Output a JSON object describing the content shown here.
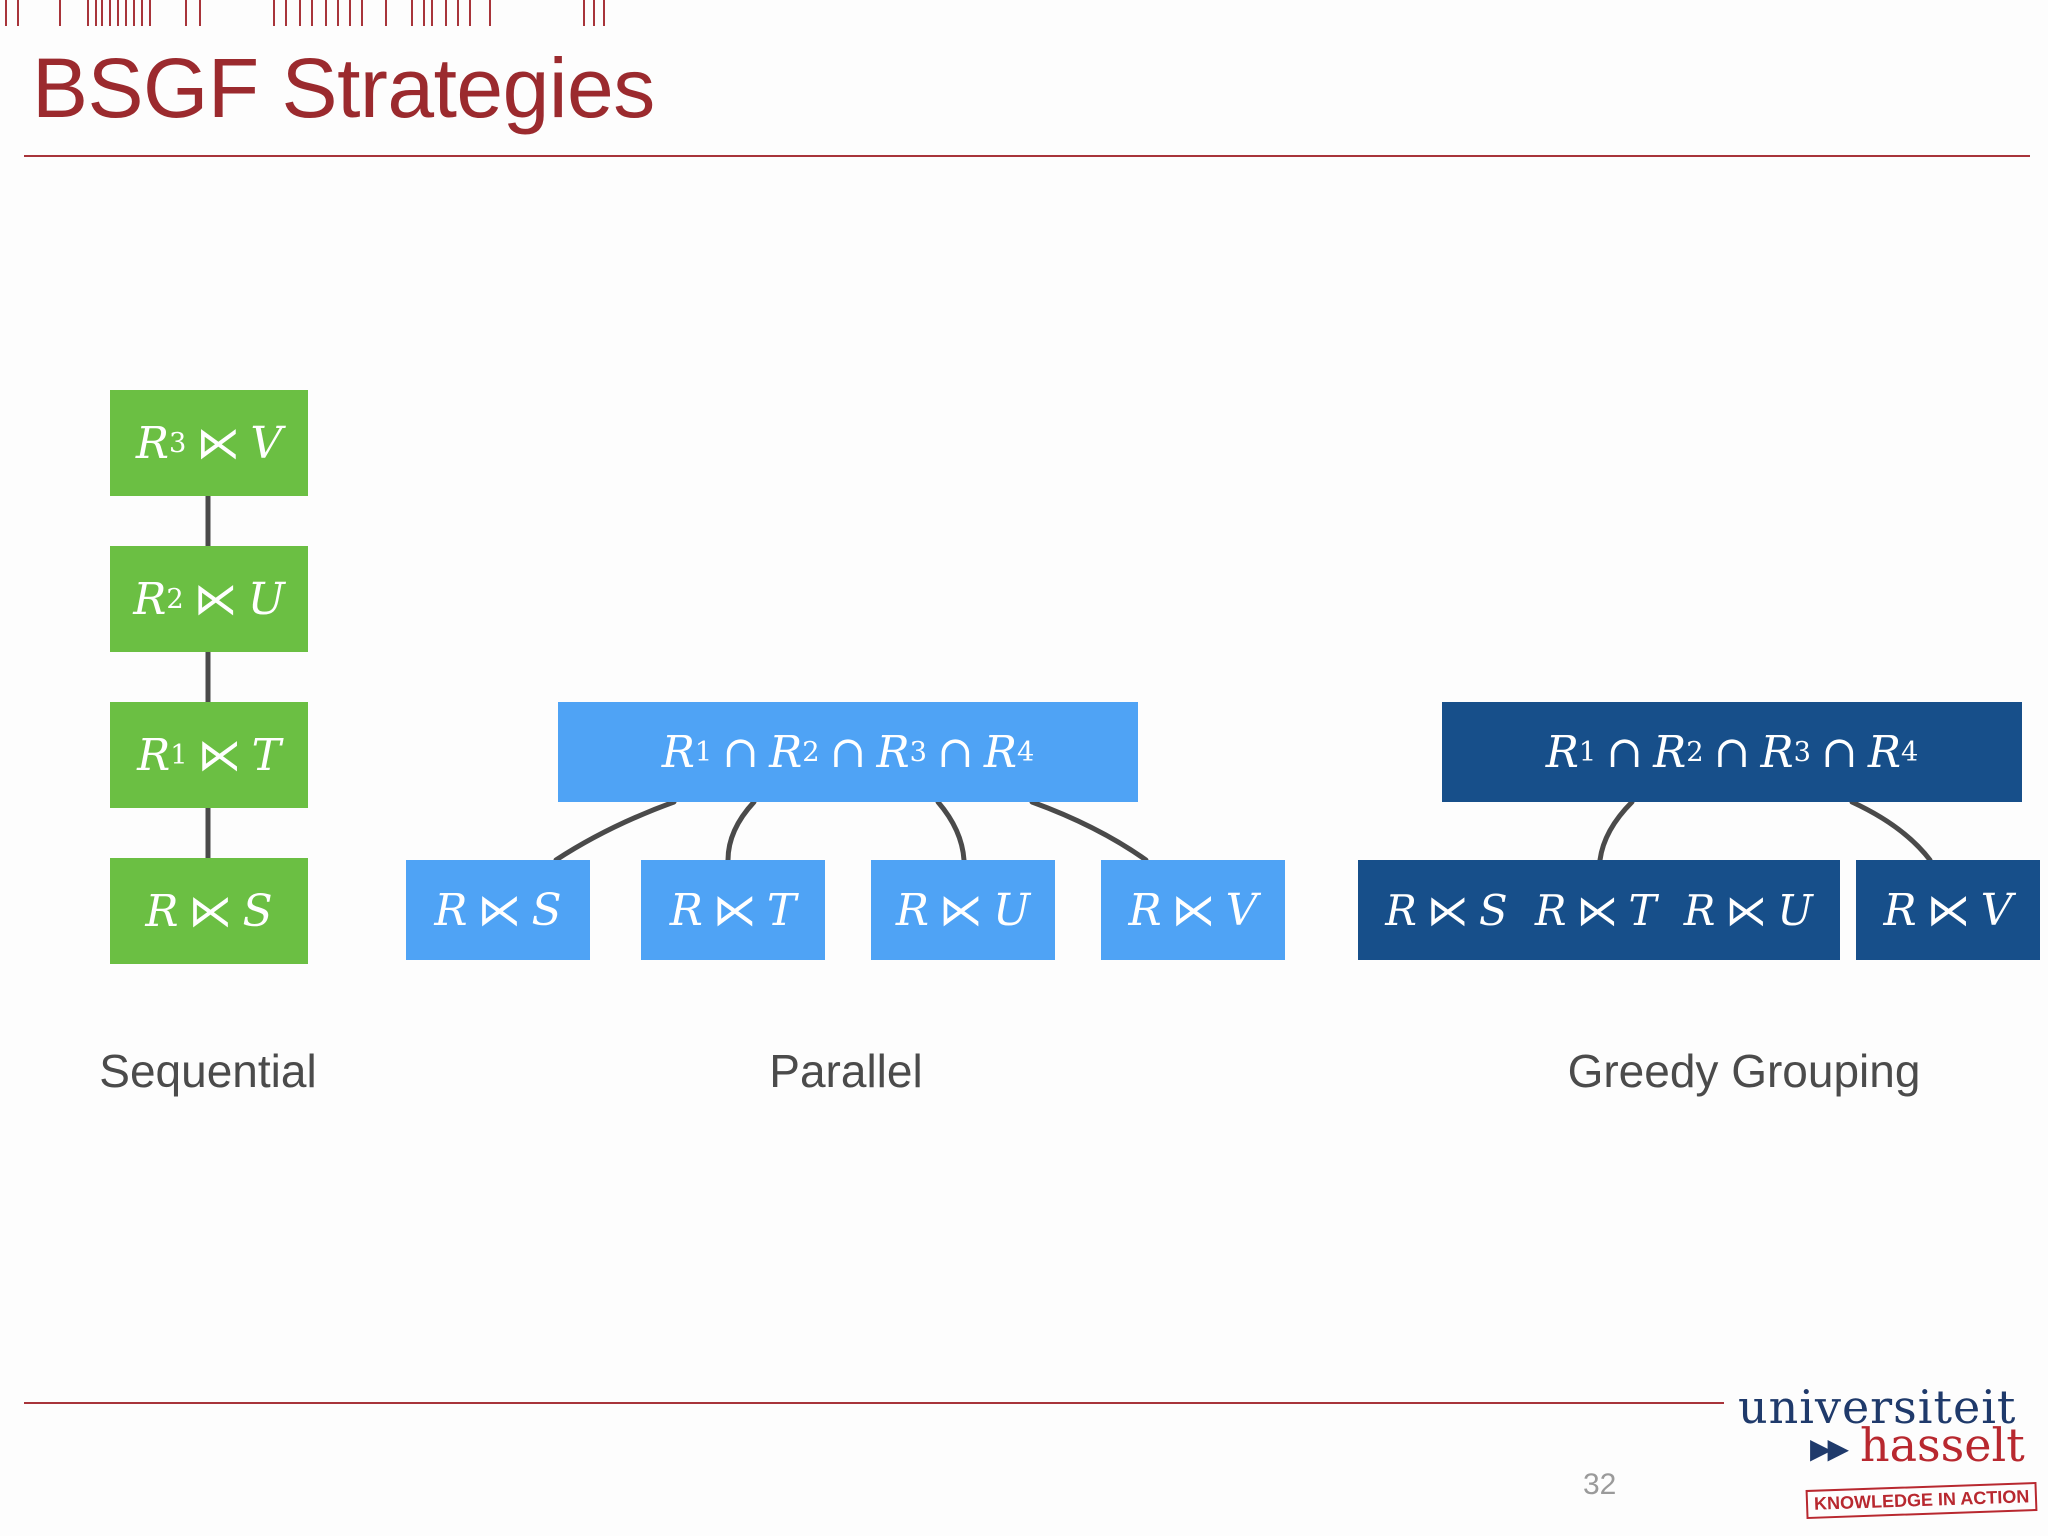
{
  "slide": {
    "title": "BSGF Strategies",
    "page_number": "32"
  },
  "sequential": {
    "caption": "Sequential",
    "boxes": [
      {
        "rel": "R",
        "sub": "3",
        "op": "⋉",
        "rhs": "V"
      },
      {
        "rel": "R",
        "sub": "2",
        "op": "⋉",
        "rhs": "U"
      },
      {
        "rel": "R",
        "sub": "1",
        "op": "⋉",
        "rhs": "T"
      },
      {
        "rel": "R",
        "op": "⋉",
        "rhs": "S"
      }
    ]
  },
  "parallel": {
    "caption": "Parallel",
    "root": {
      "r1": "R",
      "s1": "1",
      "r2": "R",
      "s2": "2",
      "r3": "R",
      "s3": "3",
      "r4": "R",
      "s4": "4",
      "op": "∩"
    },
    "leaves": [
      {
        "rel": "R",
        "op": "⋉",
        "rhs": "S"
      },
      {
        "rel": "R",
        "op": "⋉",
        "rhs": "T"
      },
      {
        "rel": "R",
        "op": "⋉",
        "rhs": "U"
      },
      {
        "rel": "R",
        "op": "⋉",
        "rhs": "V"
      }
    ]
  },
  "greedy": {
    "caption": "Greedy Grouping",
    "root": {
      "r1": "R",
      "s1": "1",
      "r2": "R",
      "s2": "2",
      "r3": "R",
      "s3": "3",
      "r4": "R",
      "s4": "4",
      "op": "∩"
    },
    "group": [
      {
        "rel": "R",
        "op": "⋉",
        "rhs": "S"
      },
      {
        "rel": "R",
        "op": "⋉",
        "rhs": "T"
      },
      {
        "rel": "R",
        "op": "⋉",
        "rhs": "U"
      }
    ],
    "single": {
      "rel": "R",
      "op": "⋉",
      "rhs": "V"
    }
  },
  "logo": {
    "univ": "universiteit",
    "arrows": "▶▶",
    "hasselt": "hasselt",
    "tagline": "KNOWLEDGE IN ACTION"
  },
  "colors": {
    "title": "#9b2a2e",
    "rule": "#a8343a",
    "sequential_box": "#6bbf43",
    "parallel_box": "#4fa3f5",
    "greedy_box": "#174f8a",
    "connector": "#4a4a4a",
    "caption": "#4b4b4b"
  }
}
